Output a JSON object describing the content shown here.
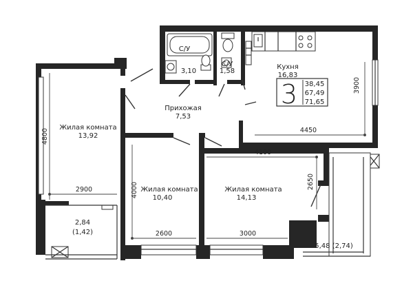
{
  "rooms": {
    "bathroom1": {
      "name": "С/У",
      "area": "3,10"
    },
    "bathroom2": {
      "name": "С/У",
      "area": "1,58"
    },
    "kitchen": {
      "name": "Кухня",
      "area": "16,83"
    },
    "hallway": {
      "name": "Прихожая",
      "area": "7,53"
    },
    "living1": {
      "name": "Жилая комната",
      "area": "13,92"
    },
    "living2": {
      "name": "Жилая комната",
      "area": "10,40"
    },
    "living3": {
      "name": "Жилая комната",
      "area": "14,13"
    },
    "balcony_left": {
      "area": "2,84",
      "area_reduced": "(1,42)"
    },
    "balcony_right": {
      "area_label": "5,48 (2,74)"
    }
  },
  "summary": {
    "room_count": "3",
    "areas": [
      "38,45",
      "67,49",
      "71,65"
    ]
  },
  "dimensions": {
    "kitchen_height": "3900",
    "kitchen_width": "4450",
    "living1_height": "4800",
    "living1_width": "2900",
    "living2_height": "4000",
    "living2_width": "2600",
    "living3_width_top": "4100",
    "living3_height": "2650",
    "living3_width_bottom": "3000"
  }
}
